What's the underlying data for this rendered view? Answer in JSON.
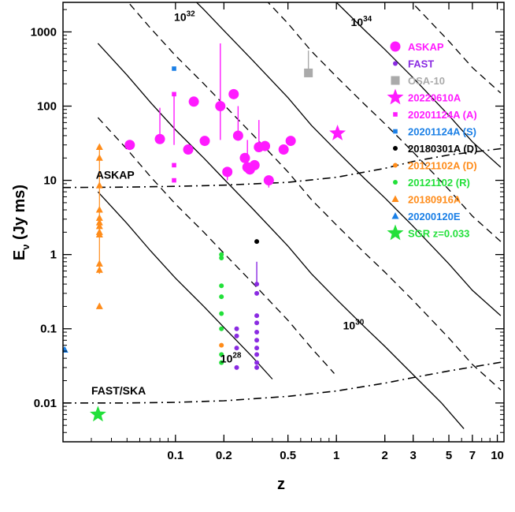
{
  "chart_data": {
    "type": "scatter",
    "title": "",
    "xlabel": "z",
    "ylabel_main": "E",
    "ylabel_sub": "ν",
    "ylabel_tail": " (Jy ms)",
    "x_scale": "log",
    "y_scale": "log",
    "xlim": [
      0.02,
      11.0
    ],
    "ylim": [
      0.003,
      2500
    ],
    "grid": false,
    "legend_position": "right",
    "x_ticks": [
      {
        "value": 0.1,
        "label": "0.1"
      },
      {
        "value": 0.2,
        "label": "0.2"
      },
      {
        "value": 0.5,
        "label": "0.5"
      },
      {
        "value": 1,
        "label": "1"
      },
      {
        "value": 2,
        "label": "2"
      },
      {
        "value": 3,
        "label": "3"
      },
      {
        "value": 5,
        "label": "5"
      },
      {
        "value": 7,
        "label": "7"
      },
      {
        "value": 10,
        "label": "10"
      }
    ],
    "y_ticks": [
      {
        "value": 0.01,
        "label": "0.01"
      },
      {
        "value": 0.1,
        "label": "0.1"
      },
      {
        "value": 1,
        "label": "1"
      },
      {
        "value": 10,
        "label": "10"
      },
      {
        "value": 100,
        "label": "100"
      },
      {
        "value": 1000,
        "label": "1000"
      }
    ],
    "energy_curves": [
      {
        "label_base": "10",
        "label_exp": "28",
        "labeled": true,
        "label_at": {
          "x": 0.19,
          "y": 0.035
        },
        "style": "solid",
        "points": [
          [
            0.033,
            7
          ],
          [
            0.05,
            2.62
          ],
          [
            0.07,
            1.12
          ],
          [
            0.1,
            0.48
          ],
          [
            0.15,
            0.2
          ],
          [
            0.2,
            0.104
          ],
          [
            0.3,
            0.042
          ],
          [
            0.4,
            0.021
          ]
        ]
      },
      {
        "label_base": "10",
        "label_exp": "29",
        "labeled": false,
        "style": "dashed",
        "points": [
          [
            0.033,
            70
          ],
          [
            0.05,
            26.2
          ],
          [
            0.07,
            11.2
          ],
          [
            0.1,
            4.8
          ],
          [
            0.15,
            2.0
          ],
          [
            0.2,
            1.04
          ],
          [
            0.3,
            0.42
          ],
          [
            0.5,
            0.13
          ],
          [
            0.7,
            0.055
          ],
          [
            0.97,
            0.025
          ]
        ]
      },
      {
        "label_base": "10",
        "label_exp": "30",
        "labeled": true,
        "label_at": {
          "x": 1.1,
          "y": 0.098
        },
        "style": "solid",
        "points": [
          [
            0.033,
            700
          ],
          [
            0.05,
            262
          ],
          [
            0.07,
            112
          ],
          [
            0.1,
            48
          ],
          [
            0.15,
            20
          ],
          [
            0.2,
            10.4
          ],
          [
            0.3,
            4.2
          ],
          [
            0.5,
            1.3
          ],
          [
            0.7,
            0.55
          ],
          [
            1.0,
            0.25
          ],
          [
            1.5,
            0.105
          ],
          [
            2.0,
            0.058
          ],
          [
            3.0,
            0.024
          ],
          [
            4.5,
            0.01
          ],
          [
            6.2,
            0.0045
          ]
        ]
      },
      {
        "label_base": "10",
        "label_exp": "31",
        "labeled": false,
        "style": "dashed",
        "points": [
          [
            0.033,
            7000
          ],
          [
            0.05,
            2620
          ],
          [
            0.07,
            1120
          ],
          [
            0.1,
            480
          ],
          [
            0.15,
            200
          ],
          [
            0.2,
            104
          ],
          [
            0.3,
            42
          ],
          [
            0.5,
            13
          ],
          [
            0.7,
            5.5
          ],
          [
            1.0,
            2.5
          ],
          [
            1.5,
            1.05
          ],
          [
            2.0,
            0.58
          ],
          [
            3.0,
            0.24
          ],
          [
            5.0,
            0.075
          ],
          [
            7.0,
            0.033
          ],
          [
            10.5,
            0.015
          ]
        ]
      },
      {
        "label_base": "10",
        "label_exp": "32",
        "labeled": true,
        "label_at": {
          "x": 0.098,
          "y": 1400
        },
        "style": "solid",
        "points": [
          [
            0.033,
            70000
          ],
          [
            0.05,
            26200
          ],
          [
            0.07,
            11200
          ],
          [
            0.1,
            4800
          ],
          [
            0.15,
            2000
          ],
          [
            0.2,
            1040
          ],
          [
            0.3,
            420
          ],
          [
            0.5,
            130
          ],
          [
            0.7,
            55
          ],
          [
            1.0,
            25
          ],
          [
            1.5,
            10.5
          ],
          [
            2.0,
            5.8
          ],
          [
            3.0,
            2.4
          ],
          [
            5.0,
            0.75
          ],
          [
            7.0,
            0.33
          ],
          [
            10.5,
            0.15
          ]
        ]
      },
      {
        "label_base": "10",
        "label_exp": "33",
        "labeled": false,
        "style": "dashed",
        "points": [
          [
            0.07,
            112000
          ],
          [
            0.1,
            48000
          ],
          [
            0.15,
            20000
          ],
          [
            0.2,
            10400
          ],
          [
            0.3,
            4200
          ],
          [
            0.5,
            1300
          ],
          [
            0.7,
            550
          ],
          [
            1.0,
            250
          ],
          [
            1.5,
            105
          ],
          [
            2.0,
            58
          ],
          [
            3.0,
            24
          ],
          [
            5.0,
            7.5
          ],
          [
            7.0,
            3.3
          ],
          [
            10.5,
            1.5
          ]
        ]
      },
      {
        "label_base": "10",
        "label_exp": "34",
        "labeled": true,
        "label_at": {
          "x": 1.23,
          "y": 1200
        },
        "style": "solid",
        "points": [
          [
            0.3,
            42000
          ],
          [
            0.5,
            13000
          ],
          [
            0.7,
            5500
          ],
          [
            1.0,
            2500
          ],
          [
            1.5,
            1050
          ],
          [
            2.0,
            580
          ],
          [
            3.0,
            240
          ],
          [
            5.0,
            75
          ],
          [
            7.0,
            33
          ],
          [
            10.5,
            15
          ]
        ]
      },
      {
        "label_base": "10",
        "label_exp": "35",
        "labeled": false,
        "style": "dashed",
        "points": [
          [
            1.5,
            10500
          ],
          [
            2.0,
            5800
          ],
          [
            3.0,
            2400
          ],
          [
            5.0,
            750
          ],
          [
            7.0,
            330
          ],
          [
            10.5,
            150
          ]
        ]
      }
    ],
    "limit_curves": [
      {
        "label": "ASKAP",
        "label_at": {
          "x": 0.032,
          "y": 10.5
        },
        "style": "dashdot",
        "points": [
          [
            0.02,
            8.0
          ],
          [
            0.05,
            8.1
          ],
          [
            0.1,
            8.3
          ],
          [
            0.2,
            8.6
          ],
          [
            0.5,
            9.4
          ],
          [
            1.0,
            11
          ],
          [
            2.0,
            14.5
          ],
          [
            3.0,
            18
          ],
          [
            5.0,
            22
          ],
          [
            11.0,
            27
          ]
        ]
      },
      {
        "label": "FAST/SKA",
        "label_at": {
          "x": 0.03,
          "y": 0.013
        },
        "style": "dashdot",
        "points": [
          [
            0.02,
            0.01
          ],
          [
            0.05,
            0.01
          ],
          [
            0.1,
            0.0102
          ],
          [
            0.2,
            0.0107
          ],
          [
            0.5,
            0.0123
          ],
          [
            1.0,
            0.0145
          ],
          [
            2.0,
            0.0185
          ],
          [
            3.0,
            0.022
          ],
          [
            5.0,
            0.027
          ],
          [
            11.0,
            0.036
          ]
        ]
      }
    ],
    "series": [
      {
        "name": "ASKAP",
        "color": "#ff1aff",
        "marker": "circle",
        "points": [
          {
            "x": 0.052,
            "y": 30
          },
          {
            "x": 0.08,
            "y": 36,
            "y_hi": 95
          },
          {
            "x": 0.12,
            "y": 26
          },
          {
            "x": 0.13,
            "y": 115
          },
          {
            "x": 0.152,
            "y": 34
          },
          {
            "x": 0.19,
            "y": 100,
            "y_hi": 700,
            "y_lo": 35
          },
          {
            "x": 0.21,
            "y": 13,
            "y_lo": 10
          },
          {
            "x": 0.23,
            "y": 145
          },
          {
            "x": 0.245,
            "y": 40,
            "y_hi": 100
          },
          {
            "x": 0.27,
            "y": 20
          },
          {
            "x": 0.28,
            "y": 15,
            "y_hi": 35
          },
          {
            "x": 0.29,
            "y": 14
          },
          {
            "x": 0.31,
            "y": 16
          },
          {
            "x": 0.33,
            "y": 28,
            "y_hi": 65
          },
          {
            "x": 0.36,
            "y": 29
          },
          {
            "x": 0.38,
            "y": 10,
            "y_lo": 8
          },
          {
            "x": 0.47,
            "y": 26
          },
          {
            "x": 0.52,
            "y": 34
          }
        ]
      },
      {
        "name": "FAST",
        "color": "#8a2be2",
        "marker": "smallcircle",
        "points": [
          {
            "x": 0.24,
            "y": 0.1
          },
          {
            "x": 0.24,
            "y": 0.08
          },
          {
            "x": 0.24,
            "y": 0.055
          },
          {
            "x": 0.24,
            "y": 0.03
          },
          {
            "x": 0.32,
            "y": 0.4,
            "y_hi": 0.8
          },
          {
            "x": 0.32,
            "y": 0.3
          },
          {
            "x": 0.32,
            "y": 0.15
          },
          {
            "x": 0.32,
            "y": 0.12
          },
          {
            "x": 0.32,
            "y": 0.09
          },
          {
            "x": 0.32,
            "y": 0.07
          },
          {
            "x": 0.32,
            "y": 0.055
          },
          {
            "x": 0.32,
            "y": 0.045
          },
          {
            "x": 0.32,
            "y": 0.035
          },
          {
            "x": 0.32,
            "y": 0.03
          }
        ]
      },
      {
        "name": "OSA-10",
        "color": "#aaaaaa",
        "marker": "square",
        "points": [
          {
            "x": 0.67,
            "y": 280,
            "y_hi": 560
          }
        ]
      },
      {
        "name": "20220610A",
        "color": "#ff1aff",
        "marker": "star",
        "points": [
          {
            "x": 1.016,
            "y": 43
          }
        ]
      },
      {
        "name": "20201124A (A)",
        "color": "#ff1aff",
        "marker": "smallsquare",
        "points": [
          {
            "x": 0.098,
            "y": 145,
            "y_lo": 30
          },
          {
            "x": 0.098,
            "y": 16
          },
          {
            "x": 0.098,
            "y": 10
          }
        ]
      },
      {
        "name": "20201124A (S)",
        "color": "#1a7fe6",
        "marker": "smallsquare",
        "points": [
          {
            "x": 0.098,
            "y": 320
          }
        ]
      },
      {
        "name": "20180301A (D)",
        "color": "#000000",
        "marker": "smallcircle",
        "points": [
          {
            "x": 0.32,
            "y": 1.5
          }
        ]
      },
      {
        "name": "20121102A (D)",
        "color": "#ff8c1a",
        "marker": "smallcircle",
        "points": [
          {
            "x": 0.193,
            "y": 0.06
          }
        ]
      },
      {
        "name": "20121102 (R)",
        "color": "#22e03a",
        "marker": "smallcircle",
        "points": [
          {
            "x": 0.193,
            "y": 1.0
          },
          {
            "x": 0.193,
            "y": 0.9
          },
          {
            "x": 0.193,
            "y": 0.38
          },
          {
            "x": 0.193,
            "y": 0.27
          },
          {
            "x": 0.193,
            "y": 0.16
          },
          {
            "x": 0.193,
            "y": 0.1
          },
          {
            "x": 0.193,
            "y": 0.045
          },
          {
            "x": 0.193,
            "y": 0.035
          }
        ]
      },
      {
        "name": "20180916A",
        "color": "#ff8c1a",
        "marker": "triangle",
        "points": [
          {
            "x": 0.0337,
            "y": 28
          },
          {
            "x": 0.0337,
            "y": 20
          },
          {
            "x": 0.0337,
            "y": 8.5
          },
          {
            "x": 0.0337,
            "y": 4
          },
          {
            "x": 0.0337,
            "y": 3.1
          },
          {
            "x": 0.0337,
            "y": 2.7
          },
          {
            "x": 0.0337,
            "y": 2.4
          },
          {
            "x": 0.0337,
            "y": 2.0
          },
          {
            "x": 0.0337,
            "y": 1.85
          },
          {
            "x": 0.0337,
            "y": 0.75
          },
          {
            "x": 0.0337,
            "y": 0.62
          },
          {
            "x": 0.0337,
            "y": 0.2
          }
        ]
      },
      {
        "name": "20200120E",
        "color": "#1a7fe6",
        "marker": "triangle",
        "points": [
          {
            "x": 0.0205,
            "y": 0.052
          }
        ]
      },
      {
        "name": "SGR z=0.033",
        "color": "#22e03a",
        "marker": "star",
        "points": [
          {
            "x": 0.033,
            "y": 0.007
          }
        ]
      }
    ],
    "extra_lines": [
      {
        "color": "#ff8c1a",
        "x": 0.0337,
        "y_from": 0.55,
        "y_to": 30
      }
    ]
  }
}
